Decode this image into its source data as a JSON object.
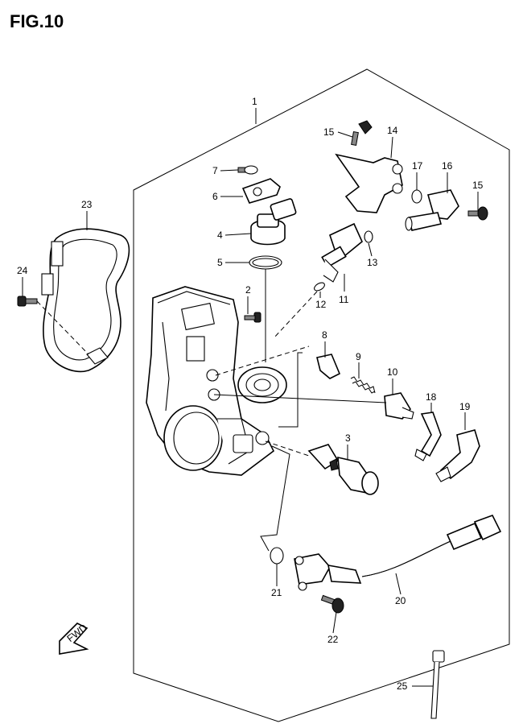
{
  "figure": {
    "title": "FIG.10",
    "direction_label": "FWD"
  },
  "callouts": {
    "c1": "1",
    "c2": "2",
    "c3": "3",
    "c4": "4",
    "c5": "5",
    "c6": "6",
    "c7": "7",
    "c8": "8",
    "c9": "9",
    "c10": "10",
    "c11": "11",
    "c12": "12",
    "c13": "13",
    "c14": "14",
    "c15a": "15",
    "c15b": "15",
    "c16": "16",
    "c17": "17",
    "c18": "18",
    "c19": "19",
    "c20": "20",
    "c21": "21",
    "c22": "22",
    "c23": "23",
    "c24": "24",
    "c25": "25"
  }
}
